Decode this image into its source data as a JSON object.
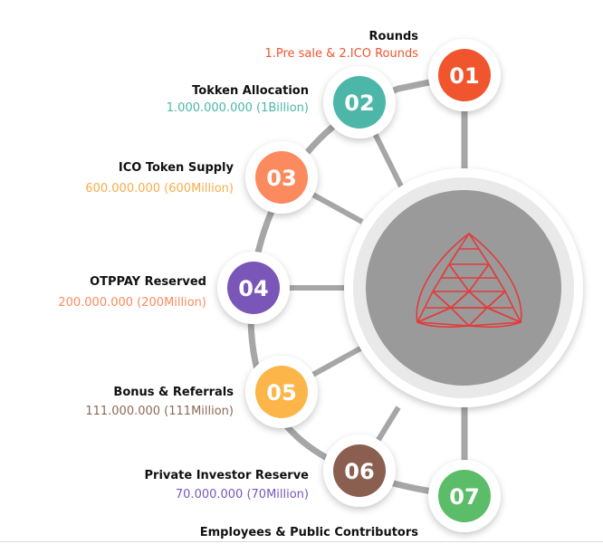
{
  "steps": [
    {
      "number": "01",
      "title": "Rounds",
      "value": "1.Pre sale & 2.ICO Rounds",
      "color": "#f0552d"
    },
    {
      "number": "02",
      "title": "Tokken Allocation",
      "value": "1.000.000.000 (1Billion)",
      "color": "#4cb7a8"
    },
    {
      "number": "03",
      "title": "ICO Token Supply",
      "value": "600.000.000 (600Million)",
      "color": "#fb8a5e"
    },
    {
      "number": "04",
      "title": "OTPPAY Reserved",
      "value": "200.000.000 (200Million)",
      "color": "#7a56b9"
    },
    {
      "number": "05",
      "title": "Bonus & Referrals",
      "value": "111.000.000 (111Million)",
      "color": "#fbb548"
    },
    {
      "number": "06",
      "title": "Private Investor Reserve",
      "value": "70.000.000 (70Million)",
      "color": "#8a5f4f"
    },
    {
      "number": "07",
      "title": "Employees & Public Contributors",
      "value": "",
      "color": "#5bbd67"
    }
  ],
  "value_colors": [
    "#f0552d",
    "#4cb7a8",
    "#f6ad4b",
    "#fb8a5e",
    "#8c6a5a",
    "#7a56b9",
    ""
  ],
  "center_logo": "triangular-mesh-logo",
  "colors": {
    "connector": "#a6a6a6",
    "hub": "#9a9a9a",
    "ring": "#e9e9e9",
    "mesh": "#e23b3b"
  }
}
